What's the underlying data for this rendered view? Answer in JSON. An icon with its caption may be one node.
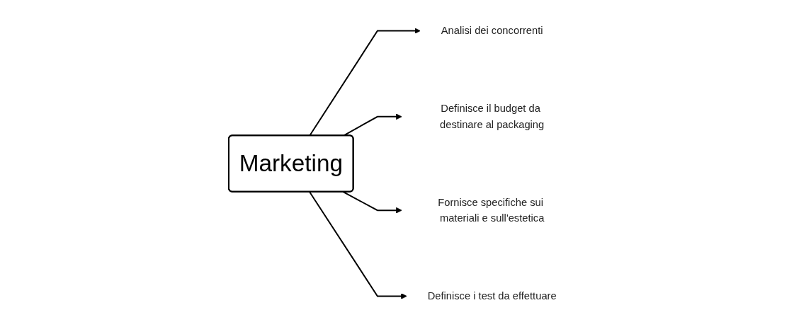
{
  "diagram": {
    "nodes": [
      {
        "text": [
          "Analisi dei concorrenti"
        ]
      },
      {
        "text": [
          "Definisce il budget da destinare al packaging"
        ]
      },
      {
        "text": [
          "Marketing"
        ]
      },
      {
        "text": [
          "Fornisce specifiche sui materiali e sull'estetica"
        ]
      },
      {
        "text": [
          "Definisce i test da effettuare"
        ]
      }
    ],
    "edges": [
      {
        "from": 2,
        "to": 0,
        "arrow": "to"
      },
      {
        "from": 2,
        "to": 1,
        "arrow": "to"
      },
      {
        "from": 2,
        "to": 3,
        "arrow": "to"
      },
      {
        "from": 2,
        "to": 4,
        "arrow": "to"
      }
    ]
  }
}
